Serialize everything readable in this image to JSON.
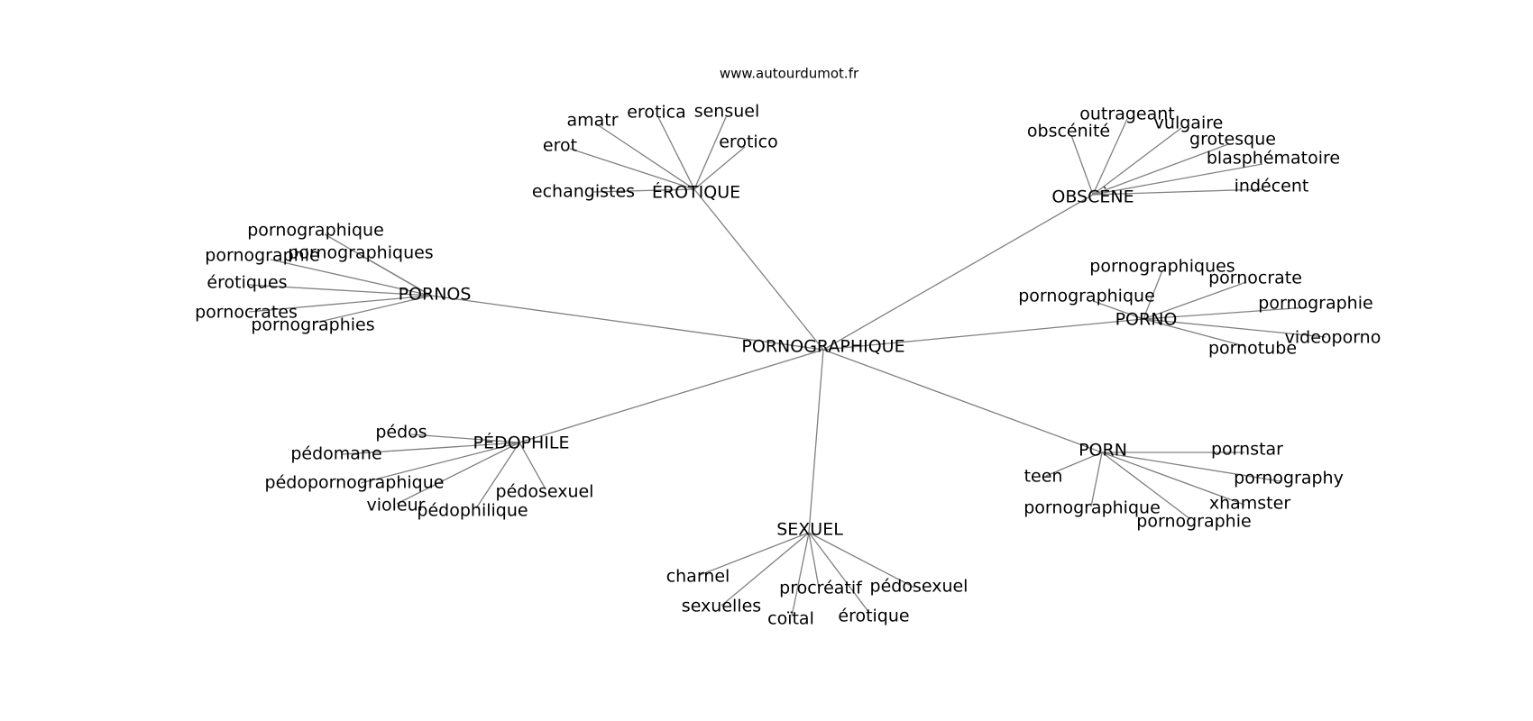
{
  "source": "www.autourdumot.fr",
  "center": {
    "id": "pornographique",
    "label": "PORNOGRAPHIQUE"
  },
  "hubs": [
    {
      "id": "erotique_hub",
      "label": "ÉROTIQUE",
      "children": [
        "amatr",
        "erotica",
        "sensuel",
        "erot",
        "erotico",
        "echangistes"
      ]
    },
    {
      "id": "obscene_hub",
      "label": "OBSCÈNE",
      "children": [
        "outrageant",
        "obscénité",
        "vulgaire",
        "grotesque",
        "blasphématoire",
        "indécent"
      ]
    },
    {
      "id": "pornos_hub",
      "label": "PORNOS",
      "children": [
        "pornographique",
        "pornographiques",
        "pornographie",
        "érotiques",
        "pornocrates",
        "pornographies"
      ]
    },
    {
      "id": "porno_hub",
      "label": "PORNO",
      "children": [
        "pornographiques",
        "pornocrate",
        "pornographique",
        "pornographie",
        "videoporno",
        "pornotube"
      ]
    },
    {
      "id": "pedophile_hub",
      "label": "PÉDOPHILE",
      "children": [
        "pédos",
        "pédomane",
        "pédopornographique",
        "pédosexuel",
        "violeur",
        "pédophilique"
      ]
    },
    {
      "id": "porn_hub",
      "label": "PORN",
      "children": [
        "pornstar",
        "teen",
        "pornography",
        "pornographique",
        "xhamster",
        "pornographie"
      ]
    },
    {
      "id": "sexuel_hub",
      "label": "SEXUEL",
      "children": [
        "charnel",
        "procréatif",
        "pédosexuel",
        "sexuelles",
        "érotique",
        "coïtal"
      ]
    }
  ]
}
